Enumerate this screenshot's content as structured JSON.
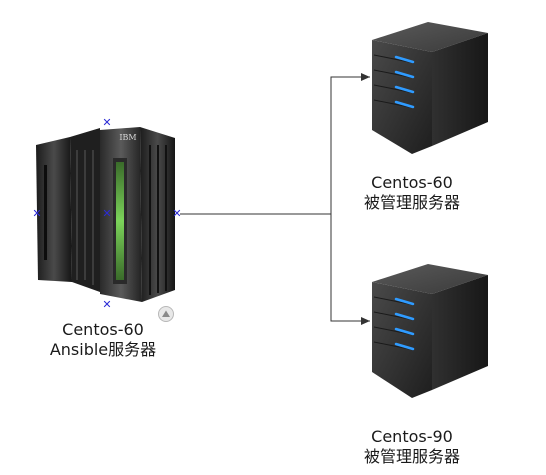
{
  "nodes": {
    "ansible": {
      "name": "Centos-60",
      "role": "Ansible服务器",
      "brand": "IBM"
    },
    "managed1": {
      "name": "Centos-60",
      "role": "被管理服务器"
    },
    "managed2": {
      "name": "Centos-90",
      "role": "被管理服务器"
    }
  },
  "colors": {
    "line": "#333333",
    "selection": "#2b2bd6",
    "led": "#2f9bff",
    "rack_glow": "#6cbf4a"
  }
}
